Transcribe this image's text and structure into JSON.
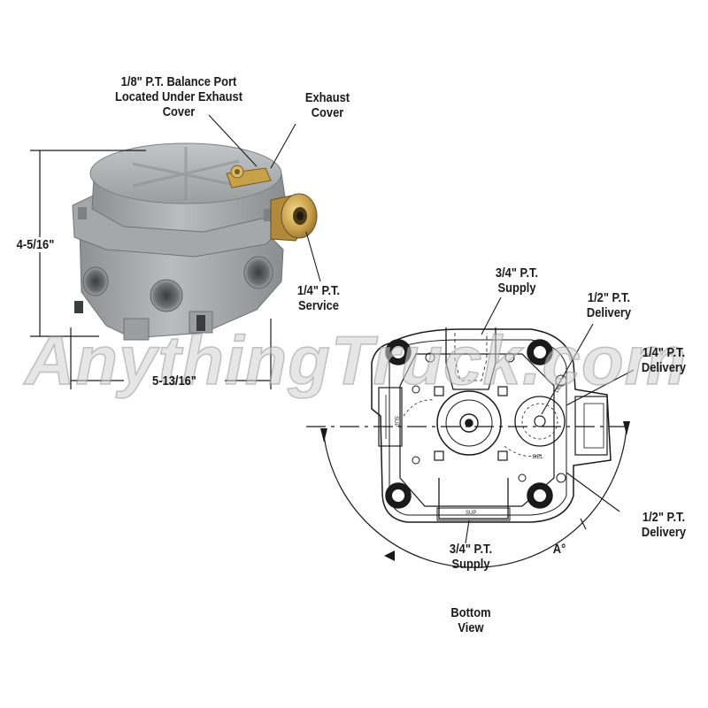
{
  "watermark": "AnythingTruck.com",
  "labels": {
    "balance_port": [
      "1/8\" P.T. Balance Port",
      "Located Under Exhaust",
      "Cover"
    ],
    "exhaust_cover": [
      "Exhaust",
      "Cover"
    ],
    "height_dim": "4-5/16\"",
    "width_dim": "5-13/16\"",
    "service": [
      "1/4\" P.T.",
      "Service"
    ],
    "supply_top": [
      "3/4\" P.T.",
      "Supply"
    ],
    "delivery_half_top": [
      "1/2\" P.T.",
      "Delivery"
    ],
    "delivery_quarter": [
      "1/4\" P.T.",
      "Delivery"
    ],
    "delivery_half_bottom": [
      "1/2\" P.T.",
      "Delivery"
    ],
    "supply_bottom": [
      "3/4\" P.T.",
      "Supply"
    ],
    "angle": "A°",
    "view_caption": [
      "Bottom",
      "View"
    ]
  },
  "drawing_marks": {
    "sup": "SUP",
    "del": "DEL",
    "sup_side": "SUP",
    "del_side": "DEL"
  },
  "colors": {
    "valve_body": "#a9adaf",
    "brass_fitting": "#c9a04a",
    "line_art": "#1a1a1a"
  }
}
